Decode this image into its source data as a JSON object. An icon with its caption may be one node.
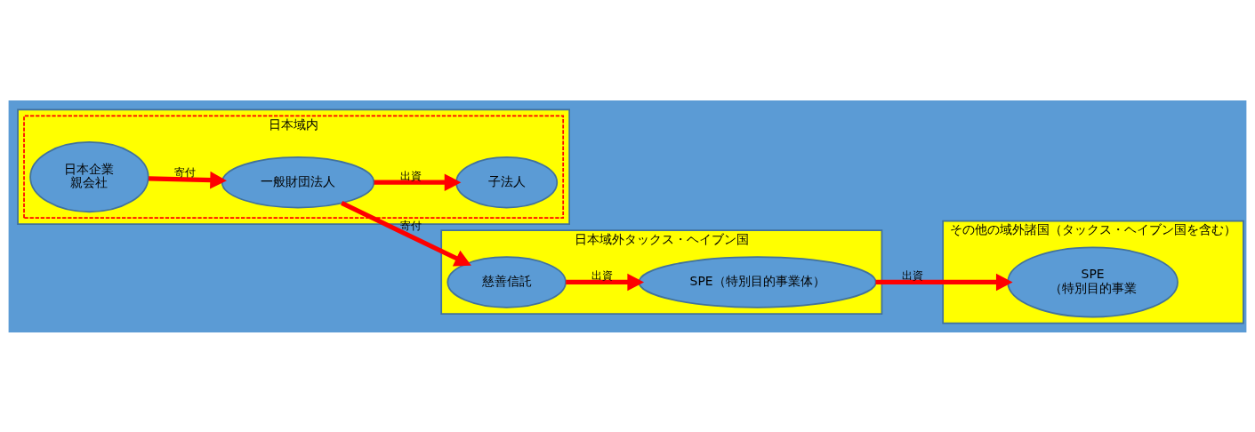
{
  "diagram": {
    "nodes": [
      {
        "text": [],
        "shape": "box"
      },
      {
        "text": [
          "日本域内"
        ],
        "in": 0
      },
      {
        "text": [
          "日本企業",
          "親会社"
        ],
        "in": 1
      },
      {
        "text": [
          "一般財団法人"
        ],
        "in": 1
      },
      {
        "text": [
          "子法人"
        ],
        "in": 1
      },
      {
        "text": [
          "日本域外タックス・ヘイブン国"
        ]
      },
      {
        "text": [
          "慈善信託"
        ],
        "in": 5
      },
      {
        "text": [
          "SPE（特別目的事業体）"
        ],
        "in": 5
      },
      {
        "text": [
          "その他の域外諸国（タックス・ヘイブン国を含む）"
        ]
      },
      {
        "text": [
          "SPE",
          "（特別目的事業"
        ],
        "in": 8
      }
    ],
    "edges": [
      {
        "from": 2,
        "to": 3,
        "label": "寄付",
        "arrow": "to"
      },
      {
        "from": 3,
        "to": 4,
        "label": "出資",
        "arrow": "to"
      },
      {
        "from": 3,
        "to": 6,
        "label": "寄付",
        "arrow": "to"
      },
      {
        "from": 6,
        "to": 7,
        "label": "出資",
        "arrow": "to"
      },
      {
        "from": 7,
        "to": 9,
        "label": "出資",
        "arrow": "to"
      }
    ]
  }
}
